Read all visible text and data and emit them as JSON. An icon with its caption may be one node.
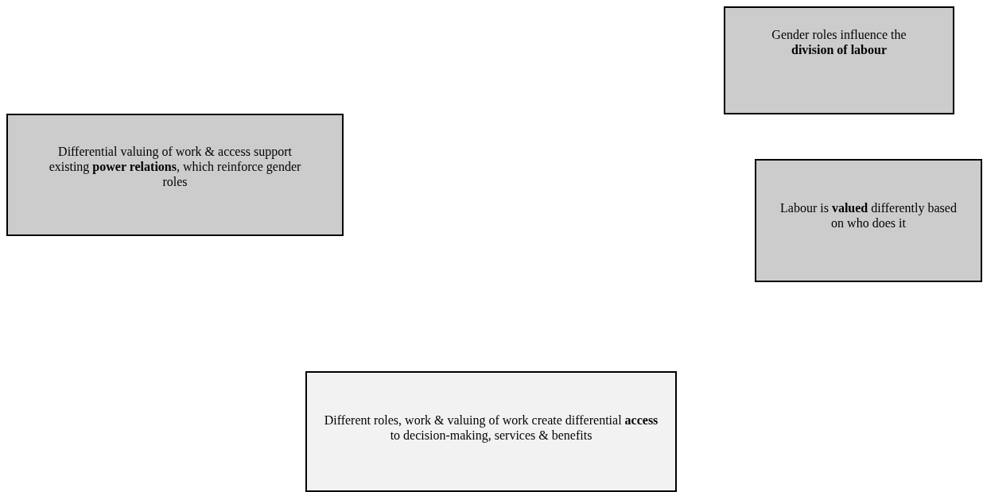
{
  "diagram": {
    "nodes": [
      {
        "text": [
          "Gender roles influence the **division of labour**"
        ]
      },
      {
        "text": [
          "Differential valuing of work & access support existing **power relations**, which reinforce gender roles"
        ]
      },
      {
        "text": [
          "Labour is **valued** differently based on who does it"
        ]
      },
      {
        "text": [
          "Different roles, work & valuing of work create differential **access** to decision-making, services & benefits"
        ]
      }
    ]
  }
}
